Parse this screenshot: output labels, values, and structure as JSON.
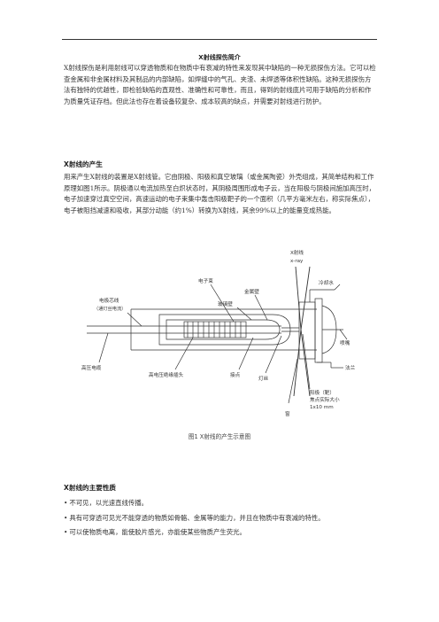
{
  "document": {
    "title": "X射线探伤简介",
    "intro": "X射线探伤是利用射线可以穿透物质和在物质中有衰减的特性来发现其中缺陷的一种无损探伤方法。它可以检查金属和非金属材料及其制品的内部缺陷，如焊缝中的气孔、夹渣、未焊透等体积性缺陷。这种无损探伤方法有独特的优越性，即检验缺陷的直观性、准确性和可靠性，而且，得到的射线底片可用于缺陷的分析和作为质量凭证存档。但此法也存在着设备较复杂、成本较高的缺点，并需要对射线进行防护。"
  },
  "section_generation": {
    "heading": "X射线的产生",
    "text": "用来产生X射线的装置是X射线管。它由阴极、阳极和真空玻璃（或金属陶瓷）外壳组成，其简单结构和工作原理如图1所示。阴极通以电流加热至白炽状态时，其阴极周围形成电子云，当在阳极与阴极间施加高压时，电子加速穿过真空空间，高速运动的电子束集中轰击阳极靶子的一个面积（几平方毫米左右，称实际焦点），电子被阻挡减速和吸收，其部分动能（约1%）转换为X射线，其余99%以上的能量变成热能。"
  },
  "figure": {
    "caption": "图1   X射线的产生示意图",
    "labels": {
      "xray_cn": "X射线",
      "xray_en": "x-ray",
      "electron_beam": "电子束",
      "metal_wall": "金属壁",
      "cooling_water": "冷却水",
      "filament_1": "电极芯线",
      "filament_2": "（通灯丝电流）",
      "glass_wall": "玻璃壁",
      "nozzle": "喷嘴",
      "flange": "法兰",
      "hv_cable": "高压电缆",
      "hv_plug": "高电压绝缘插头",
      "contact": "接点",
      "filament": "灯丝",
      "anode_1": "阳极（靶）",
      "anode_2": "焦点实际大小",
      "anode_3": "1x10 mm",
      "window": "窗"
    }
  },
  "section_properties": {
    "heading": "X射线的主要性质",
    "items": [
      "不可见，以光速直线传播。",
      "具有可穿透可见光不能穿透的物质如骨骼、金属等的能力，并且在物质中有衰减的特性。",
      "可以使物质电离，能使胶片感光，亦能使某些物质产生荧光。"
    ]
  }
}
